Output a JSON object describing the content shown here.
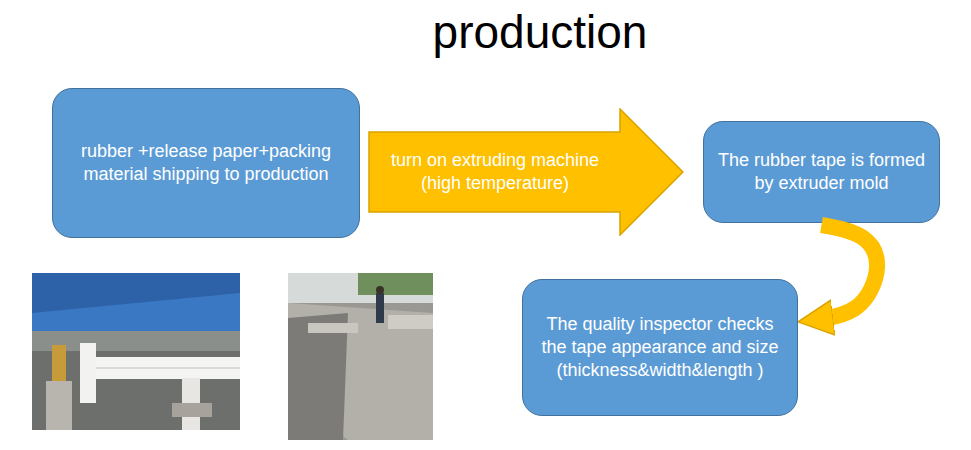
{
  "diagram": {
    "title": "production",
    "nodes": [
      {
        "text": [
          "rubber +release paper+packing material shipping to production"
        ]
      },
      {
        "text": [
          "turn on extruding machine (high temperature)"
        ]
      },
      {
        "text": [
          "The rubber tape is formed by extruder mold"
        ]
      },
      {
        "text": [
          "The quality inspector checks the tape appearance and size (thickness&width&length )"
        ]
      }
    ],
    "edges": [
      {
        "from": 2,
        "to": 3,
        "arrow": "to"
      }
    ]
  }
}
